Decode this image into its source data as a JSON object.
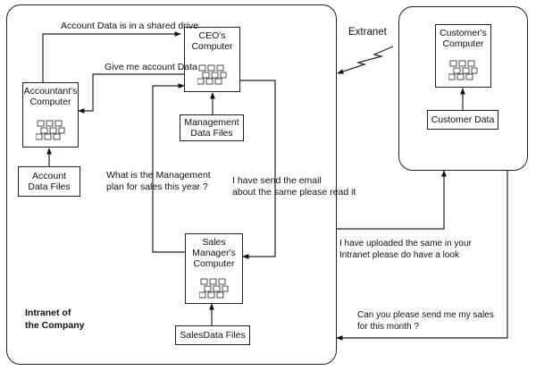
{
  "zones": {
    "intranet_label": "Intranet of\nthe Company",
    "extranet_label": "Extranet"
  },
  "nodes": {
    "ceo": "CEO's\nComputer",
    "accountant": "Accountant's\nComputer",
    "customer": "Customer's\nComputer",
    "sales": "Sales\nManager's\nComputer"
  },
  "files": {
    "management": "Management\nData Files",
    "account": "Account\nData Files",
    "customer": "Customer Data",
    "sales": "SalesData Files"
  },
  "messages": {
    "shared_drive": "Account Data is in a shared drive",
    "give_account": "Give me account Data",
    "management_plan": "What is the Management\nplan for sales this year ?",
    "sent_email": "I have send the email\nabout the same please read it",
    "uploaded": "I have uploaded the same in your\nIntranet please do have a look",
    "send_sales": "Can you please send me my sales\nfor this month ?"
  }
}
